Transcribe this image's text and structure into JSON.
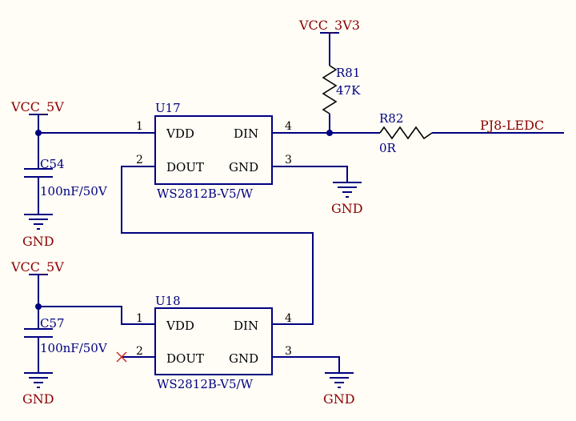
{
  "power": {
    "vcc_3v3": "VCC_3V3",
    "vcc_5v_top": "VCC_5V",
    "vcc_5v_bottom": "VCC_5V",
    "gnd_c54": "GND",
    "gnd_u17": "GND",
    "gnd_c57": "GND",
    "gnd_u18": "GND"
  },
  "components": {
    "u17": {
      "ref": "U17",
      "part": "WS2812B-V5/W",
      "pins": {
        "vdd_label": "VDD",
        "vdd_num": "1",
        "dout_label": "DOUT",
        "dout_num": "2",
        "din_label": "DIN",
        "din_num": "4",
        "gnd_label": "GND",
        "gnd_num": "3"
      }
    },
    "u18": {
      "ref": "U18",
      "part": "WS2812B-V5/W",
      "pins": {
        "vdd_label": "VDD",
        "vdd_num": "1",
        "dout_label": "DOUT",
        "dout_num": "2",
        "din_label": "DIN",
        "din_num": "4",
        "gnd_label": "GND",
        "gnd_num": "3"
      }
    },
    "c54": {
      "ref": "C54",
      "value": "100nF/50V"
    },
    "c57": {
      "ref": "C57",
      "value": "100nF/50V"
    },
    "r81": {
      "ref": "R81",
      "value": "47K"
    },
    "r82": {
      "ref": "R82",
      "value": "0R"
    }
  },
  "nets": {
    "ledc": "PJ8-LEDC"
  },
  "colors": {
    "wire": "#000080",
    "net_label": "#8b0000",
    "background": "#fffdf6"
  }
}
